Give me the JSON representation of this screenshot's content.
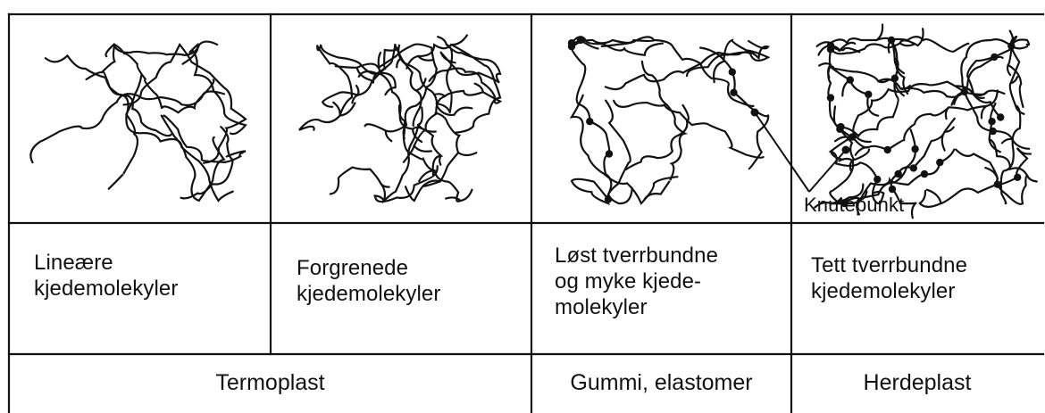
{
  "columns": [
    {
      "id": "lineare",
      "label_lines": [
        "Lineære",
        "kjedemolekyler"
      ],
      "molecule_type": "linear",
      "has_crosslinks": false
    },
    {
      "id": "forgrenede",
      "label_lines": [
        "Forgrenede",
        "kjedemolekyler"
      ],
      "molecule_type": "branched",
      "has_crosslinks": false
    },
    {
      "id": "lost-tverrbundne",
      "label_lines": [
        "Løst tverrbundne",
        "og myke kjede-",
        "molekyler"
      ],
      "molecule_type": "loosely-crosslinked",
      "has_crosslinks": true
    },
    {
      "id": "tett-tverrbundne",
      "label_lines": [
        "Tett tverrbundne",
        "kjedemolekyler"
      ],
      "molecule_type": "densely-crosslinked",
      "has_crosslinks": true
    }
  ],
  "annotation": {
    "text": "Knutepunkt"
  },
  "categories": [
    {
      "id": "termoplast",
      "label": "Termoplast"
    },
    {
      "id": "gummi",
      "label": "Gummi, elastomer"
    },
    {
      "id": "herdeplast",
      "label": "Herdeplast"
    }
  ],
  "colors": {
    "ink": "#111111",
    "background": "#ffffff"
  }
}
